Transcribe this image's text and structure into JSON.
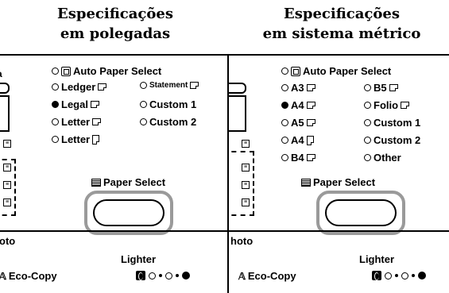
{
  "headings": {
    "left_line1": "Especificações",
    "left_line2": "em polegadas",
    "right_line1": "Especificações",
    "right_line2": "em sistema métrico"
  },
  "left": {
    "auto_paper_select": "Auto Paper Select",
    "col1": [
      "Ledger",
      "Legal",
      "Letter",
      "Letter"
    ],
    "col1_selected": 1,
    "col2": [
      "Statement",
      "Custom 1",
      "Custom 2"
    ],
    "paper_select": "Paper Select",
    "photo": "oto",
    "lighter": "Lighter",
    "eco_copy": "Eco-Copy"
  },
  "right": {
    "auto_paper_select": "Auto Paper Select",
    "col1": [
      "A3",
      "A4",
      "A5",
      "A4",
      "B4"
    ],
    "col1_selected": 1,
    "col2": [
      "B5",
      "Folio",
      "Custom 1",
      "Custom 2",
      "Other"
    ],
    "paper_select": "Paper Select",
    "photo": "hoto",
    "lighter": "Lighter",
    "eco_copy": "Eco-Copy"
  },
  "colors": {
    "button_ring": "#9a9a9a",
    "ink": "#000000"
  }
}
